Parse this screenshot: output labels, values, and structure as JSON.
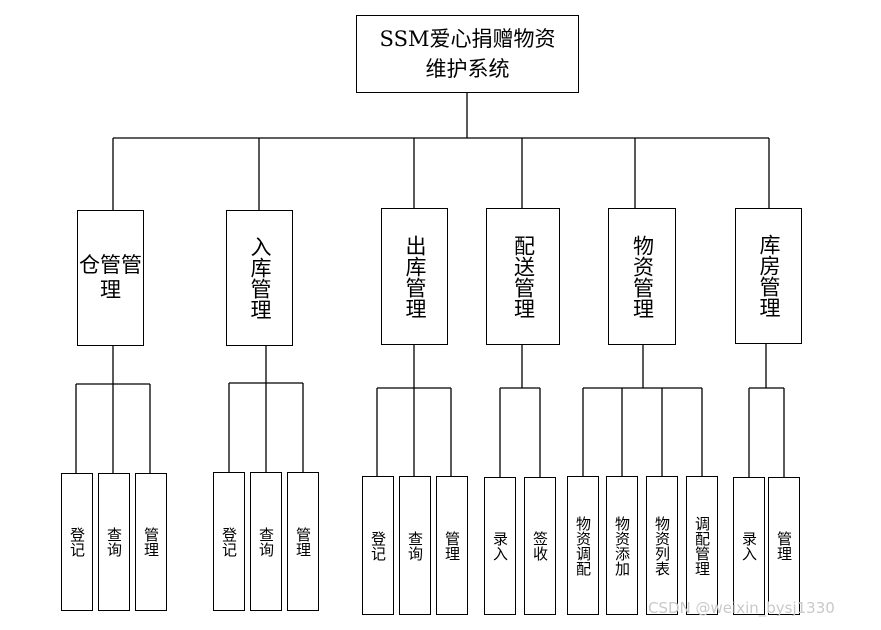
{
  "root": {
    "title": "SSM爱心捐赠物资维护系统"
  },
  "modules": [
    {
      "label": "仓管管理",
      "children": [
        "登记",
        "查询",
        "管理"
      ]
    },
    {
      "label": "入库管理",
      "children": [
        "登记",
        "查询",
        "管理"
      ]
    },
    {
      "label": "出库管理",
      "children": [
        "登记",
        "查询",
        "管理"
      ]
    },
    {
      "label": "配送管理",
      "children": [
        "录入",
        "签收"
      ]
    },
    {
      "label": "物资管理",
      "children": [
        "物资调配",
        "物资添加",
        "物资列表",
        "调配管理"
      ]
    },
    {
      "label": "库房管理",
      "children": [
        "录入",
        "管理"
      ]
    }
  ],
  "watermark": "CSDN @weixin_bysj1330"
}
